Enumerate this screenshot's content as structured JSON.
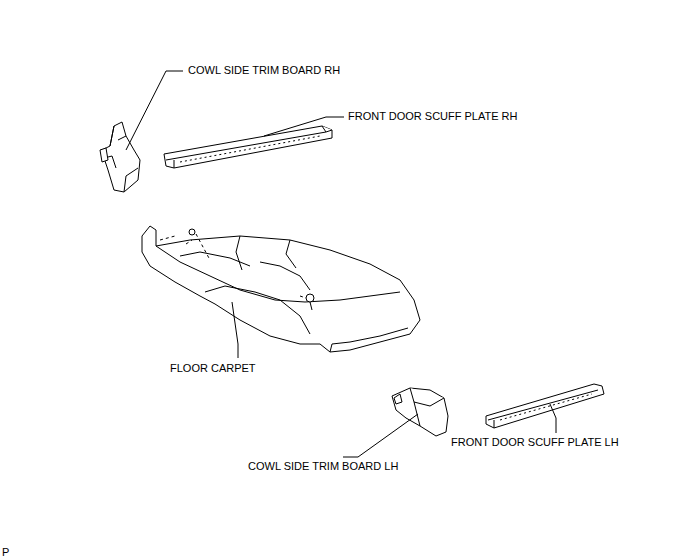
{
  "diagram": {
    "labels": [
      "COWL SIDE TRIM BOARD RH",
      "FRONT DOOR SCUFF PLATE RH",
      "FLOOR CARPET",
      "COWL SIDE TRIM BOARD LH",
      "FRONT DOOR SCUFF PLATE LH",
      "P"
    ]
  }
}
